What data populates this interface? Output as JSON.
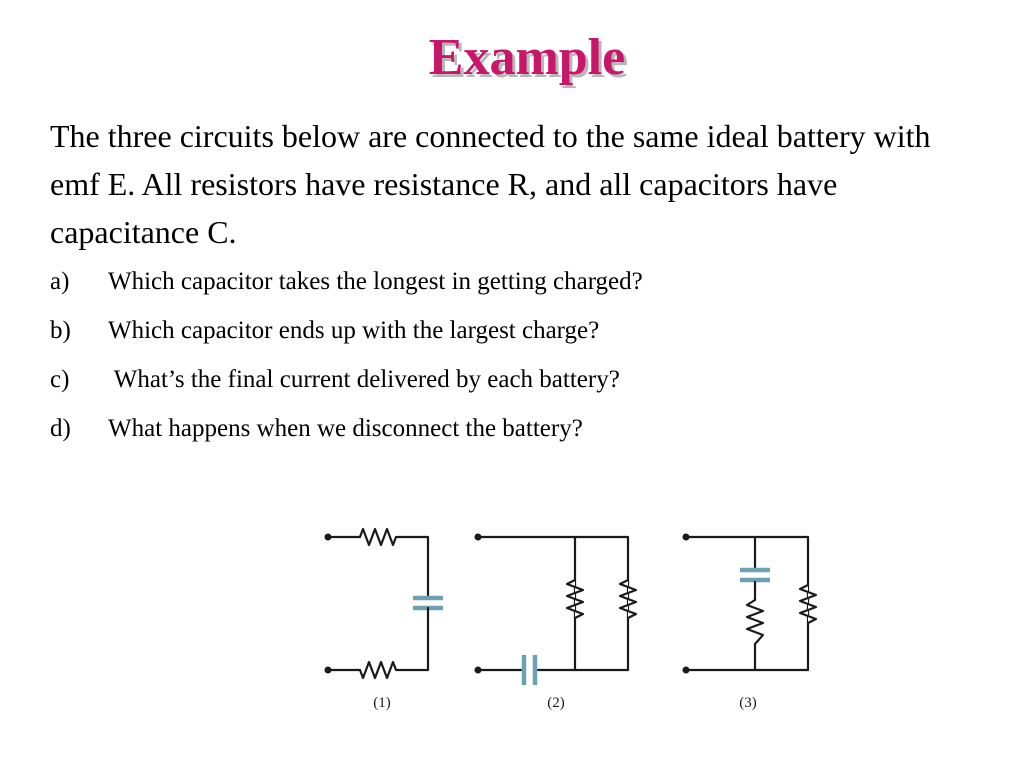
{
  "slide": {
    "title": "Example",
    "title_color": "#c8176a",
    "intro": "The three circuits below are connected to the same ideal battery with emf E. All resistors have resistance R, and all capacitors have capacitance C.",
    "questions": [
      {
        "marker": "a)",
        "text": "Which capacitor takes the longest in getting charged?"
      },
      {
        "marker": "b)",
        "text": "Which capacitor ends up with the largest charge?"
      },
      {
        "marker": "c)",
        "text": " What’s the final current delivered by each battery?"
      },
      {
        "marker": "d)",
        "text": "What happens when we disconnect the battery?"
      }
    ]
  },
  "figure": {
    "circuits": [
      {
        "label": "(1)",
        "components": [
          "resistor",
          "capacitor",
          "resistor"
        ]
      },
      {
        "label": "(2)",
        "components": [
          "capacitor",
          "resistor",
          "resistor"
        ]
      },
      {
        "label": "(3)",
        "components": [
          "capacitor",
          "resistor",
          "resistor"
        ]
      }
    ],
    "wire_color": "#1a1a1a",
    "capacitor_color": "#6ea0b4"
  }
}
